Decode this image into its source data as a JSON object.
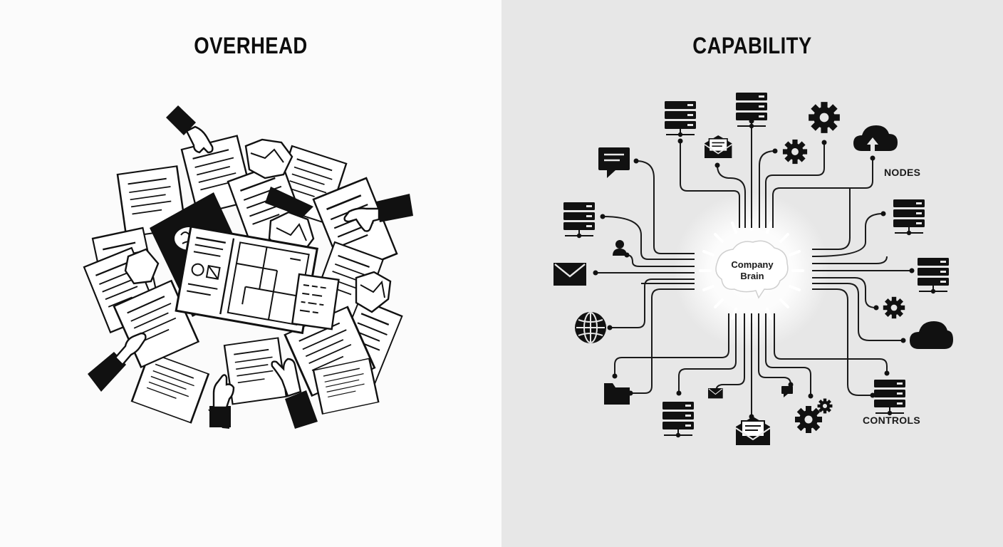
{
  "left_panel": {
    "title": "OVERHEAD"
  },
  "right_panel": {
    "title": "CAPABILITY",
    "hub": {
      "line1": "Company",
      "line2": "Brain"
    },
    "nodes_label": "NODES",
    "controls_label": "CONTROLS"
  },
  "colors": {
    "left_bg": "#fbfbfb",
    "right_bg": "#e7e7e7",
    "ink": "#0d0d0d"
  },
  "icons": [
    "hand-icon",
    "document-icon",
    "crumpled-paper-icon",
    "brain-icon",
    "server-icon",
    "envelope-icon",
    "gear-icon",
    "cloud-upload-icon",
    "cloud-icon",
    "chat-bubble-icon",
    "user-icon",
    "globe-icon",
    "folder-icon"
  ]
}
